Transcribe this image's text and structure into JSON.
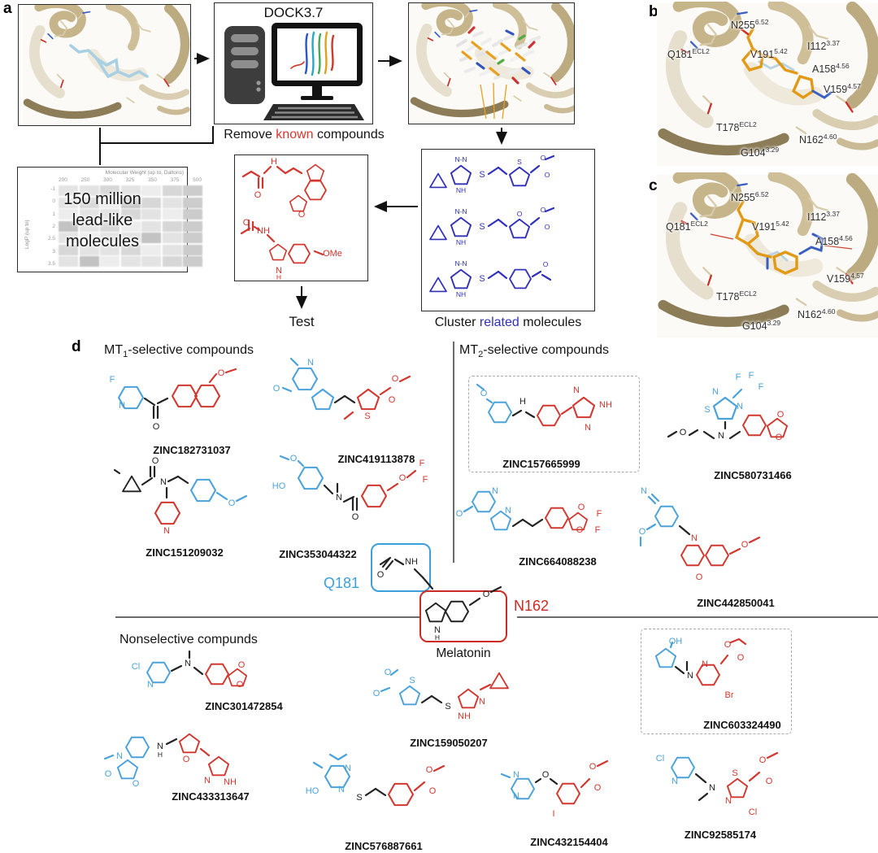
{
  "panel_labels": {
    "a": "a",
    "b": "b",
    "c": "c",
    "d": "d"
  },
  "workflow": {
    "dock_title": "DOCK3.7",
    "remove": {
      "pre": "Remove ",
      "em": "known",
      "post": " compounds"
    },
    "cluster": {
      "pre": "Cluster ",
      "em": "related",
      "post": " molecules"
    },
    "test": "Test",
    "library": {
      "overlay": [
        "150 million",
        "lead-like",
        "molecules"
      ],
      "table_title": "Molecular Weight (up to, Daltons)",
      "row_axis": "LogP (up to)",
      "cols": [
        "200",
        "250",
        "300",
        "325",
        "350",
        "375",
        "500"
      ],
      "rows": [
        "-1",
        "0",
        "1",
        "2",
        "2.5",
        "3",
        "3.5"
      ]
    },
    "cluster_rows": [
      {
        "labels": [
          "N-N",
          "NH",
          "S",
          "S",
          "O",
          "O"
        ]
      },
      {
        "labels": [
          "N-N",
          "NH",
          "S",
          "O",
          "O",
          "O"
        ]
      },
      {
        "labels": [
          "N-N",
          "NH",
          "S",
          "O"
        ]
      }
    ],
    "known_atoms": [
      "H",
      "O",
      "O",
      "O",
      "NH",
      "OMe",
      "N",
      "H"
    ]
  },
  "residues": [
    {
      "n": "N255",
      "s": "6.52"
    },
    {
      "n": "Q181",
      "s": "ECL2"
    },
    {
      "n": "V191",
      "s": "5.42"
    },
    {
      "n": "I112",
      "s": "3.37"
    },
    {
      "n": "A158",
      "s": "4.56"
    },
    {
      "n": "V159",
      "s": "4.57"
    },
    {
      "n": "T178",
      "s": "ECL2"
    },
    {
      "n": "N162",
      "s": "4.60"
    },
    {
      "n": "G104",
      "s": "3.29"
    }
  ],
  "panel_d": {
    "mt1": {
      "pre": "MT",
      "sub": "1",
      "post": "-selective compounds"
    },
    "mt2": {
      "pre": "MT",
      "sub": "2",
      "post": "-selective compounds"
    },
    "nonselective": "Nonselective compunds",
    "q_residue": "Q181",
    "n_residue": "N162",
    "melatonin": "Melatonin",
    "melatonin_atoms": [
      "O",
      "NH",
      "N",
      "H",
      "O"
    ],
    "mt1_compounds": [
      {
        "id": "ZINC182731037",
        "atoms": [
          "F",
          "N",
          "O",
          "O"
        ]
      },
      {
        "id": "ZINC419113878",
        "atoms": [
          "N",
          "O",
          "S",
          "O",
          "O"
        ]
      },
      {
        "id": "ZINC151209032",
        "atoms": [
          "O",
          "N",
          "N",
          "O"
        ]
      },
      {
        "id": "ZINC353044322",
        "atoms": [
          "O",
          "HO",
          "N",
          "O",
          "O",
          "F",
          "F"
        ]
      }
    ],
    "mt2_compounds": [
      {
        "id": "ZINC157665999",
        "atoms": [
          "O",
          "H",
          "N",
          "NH",
          "N"
        ]
      },
      {
        "id": "ZINC580731466",
        "atoms": [
          "F",
          "F",
          "F",
          "N",
          "S",
          "N",
          "N",
          "O",
          "O",
          "O"
        ]
      },
      {
        "id": "ZINC664088238",
        "atoms": [
          "O",
          "N",
          "N",
          "O",
          "O",
          "F",
          "F"
        ]
      },
      {
        "id": "ZINC442850041",
        "atoms": [
          "N",
          "O",
          "N",
          "O",
          "O"
        ]
      }
    ],
    "nonselective_compounds": [
      {
        "id": "ZINC301472854",
        "atoms": [
          "Cl",
          "N",
          "N",
          "O",
          "O"
        ]
      },
      {
        "id": "ZINC433313647",
        "atoms": [
          "N",
          "O",
          "O",
          "N",
          "H",
          "O",
          "N",
          "NH"
        ]
      },
      {
        "id": "ZINC159050207",
        "atoms": [
          "O",
          "O",
          "S",
          "S",
          "N",
          "NH"
        ]
      },
      {
        "id": "ZINC576887661",
        "atoms": [
          "N",
          "N",
          "HO",
          "S",
          "O",
          "O"
        ]
      },
      {
        "id": "ZINC432154404",
        "atoms": [
          "N",
          "N",
          "O",
          "I",
          "O",
          "O"
        ]
      },
      {
        "id": "ZINC603324490",
        "atoms": [
          "OH",
          "N",
          "N",
          "O",
          "O",
          "Br"
        ]
      },
      {
        "id": "ZINC92585174",
        "atoms": [
          "Cl",
          "N",
          "N",
          "S",
          "N",
          "Cl",
          "O",
          "O"
        ]
      }
    ]
  },
  "colors": {
    "structure_blue": "#4aa2da",
    "structure_red": "#d1372e",
    "cluster_blue": "#3030b8",
    "highlight_red": "#d9352b",
    "q_blue": "#3aa0dc",
    "n_red": "#cc2b24"
  }
}
